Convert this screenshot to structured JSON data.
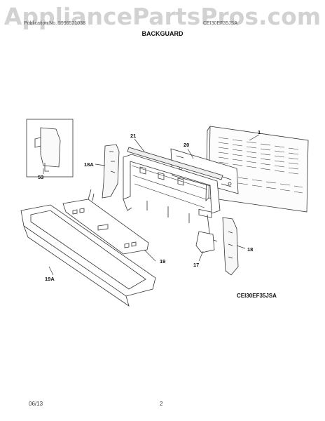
{
  "watermark": "AppliancePartsPros.com",
  "header": {
    "left_text": "Publication No. 5995521038",
    "right_text": "CEI30EF35JSA",
    "title": "BACKGUARD"
  },
  "callouts": {
    "c1": "1",
    "c20": "20",
    "c21": "21",
    "c18A": "18A",
    "c53": "53",
    "c19": "19",
    "c17": "17",
    "c18": "18",
    "c19A": "19A"
  },
  "model_code": "CEI30EF35JSA",
  "footer": {
    "date": "06/13",
    "page": "2"
  }
}
